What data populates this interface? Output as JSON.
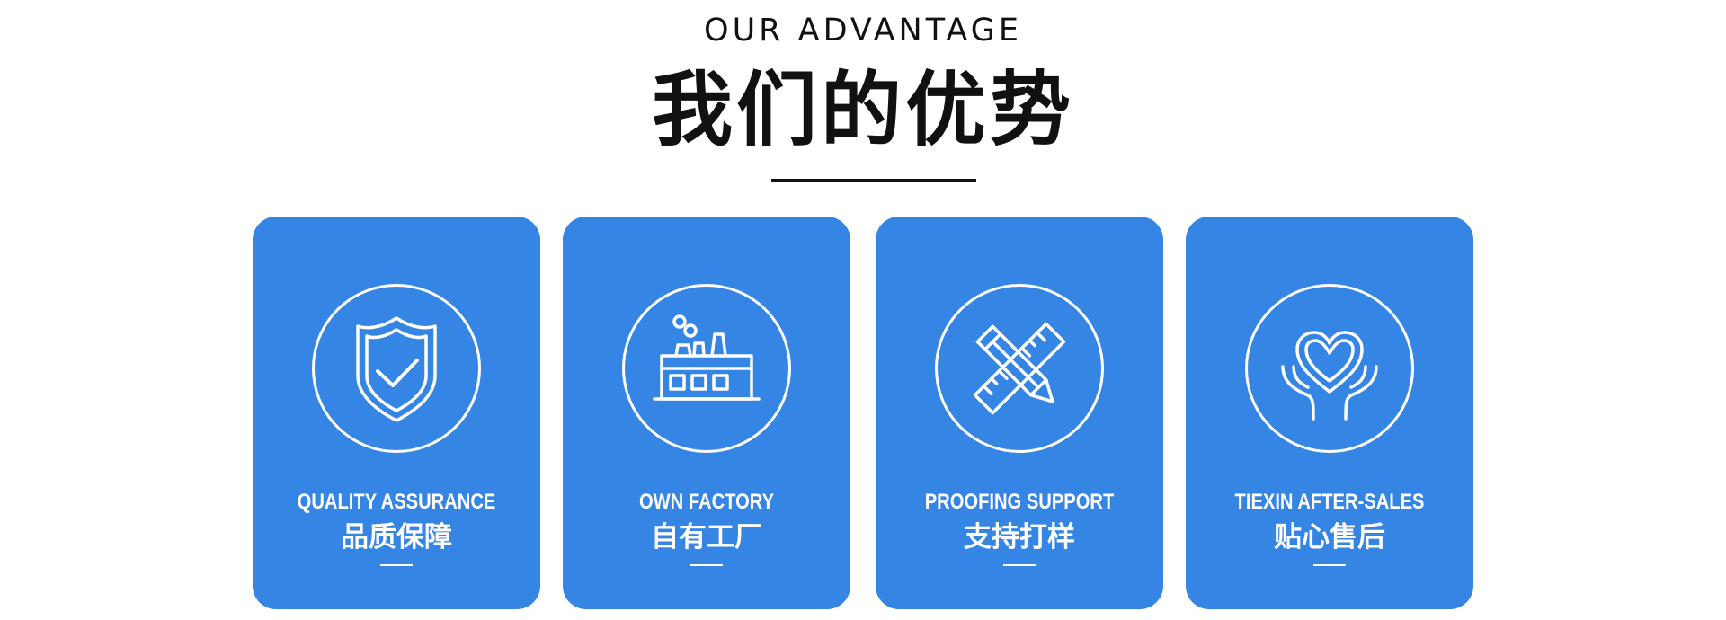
{
  "header": {
    "subtitle_en": "OUR ADVANTAGE",
    "title_cn": "我们的优势"
  },
  "colors": {
    "card_background": "#3585e4",
    "text_on_card": "#ffffff",
    "heading": "#111111"
  },
  "cards": [
    {
      "icon": "shield-check-icon",
      "label_en": "QUALITY ASSURANCE",
      "label_cn": "品质保障"
    },
    {
      "icon": "factory-icon",
      "label_en": "OWN FACTORY",
      "label_cn": "自有工厂"
    },
    {
      "icon": "ruler-pencil-icon",
      "label_en": "PROOFING SUPPORT",
      "label_cn": "支持打样"
    },
    {
      "icon": "heart-hands-icon",
      "label_en": "TIEXIN AFTER-SALES",
      "label_cn": "贴心售后"
    }
  ]
}
